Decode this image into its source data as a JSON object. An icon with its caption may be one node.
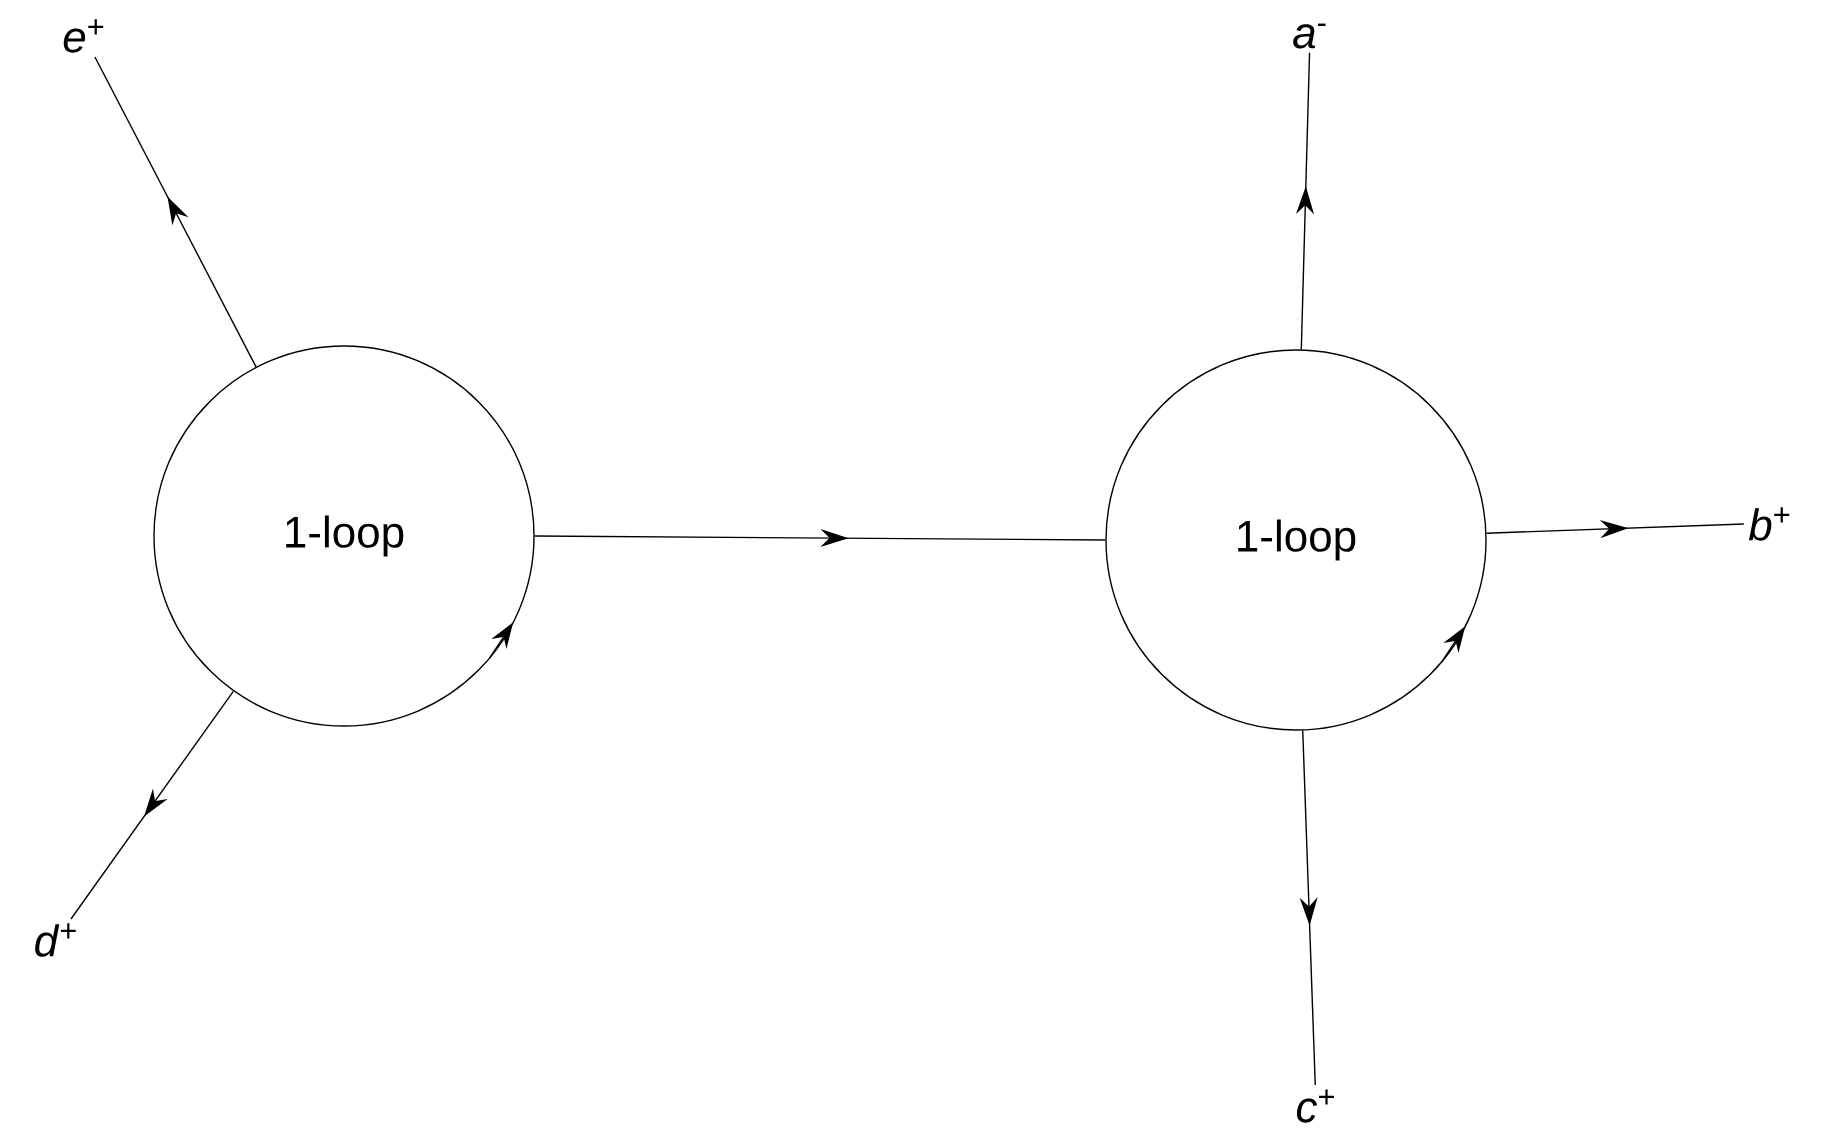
{
  "diagram": {
    "nodes": [
      {
        "text": [
          "1-loop"
        ]
      },
      {
        "text": [
          "1-loop"
        ]
      },
      {
        "text": [
          "*e*$^{+}$"
        ]
      },
      {
        "text": [
          "*d*$^{+}$"
        ]
      },
      {
        "text": [
          "*a*$^{-}$"
        ]
      },
      {
        "text": [
          "*b*$^{+}$"
        ]
      },
      {
        "text": [
          "*c*$^{+}$"
        ]
      }
    ],
    "edges": [
      {
        "from": 0,
        "to": 1,
        "arrow": "to"
      },
      {
        "from": 0,
        "to": 2,
        "arrow": "to"
      },
      {
        "from": 0,
        "to": 3,
        "arrow": "to"
      },
      {
        "from": 1,
        "to": 4,
        "arrow": "to"
      },
      {
        "from": 1,
        "to": 5,
        "arrow": "to"
      },
      {
        "from": 1,
        "to": 6,
        "arrow": "to"
      }
    ]
  }
}
